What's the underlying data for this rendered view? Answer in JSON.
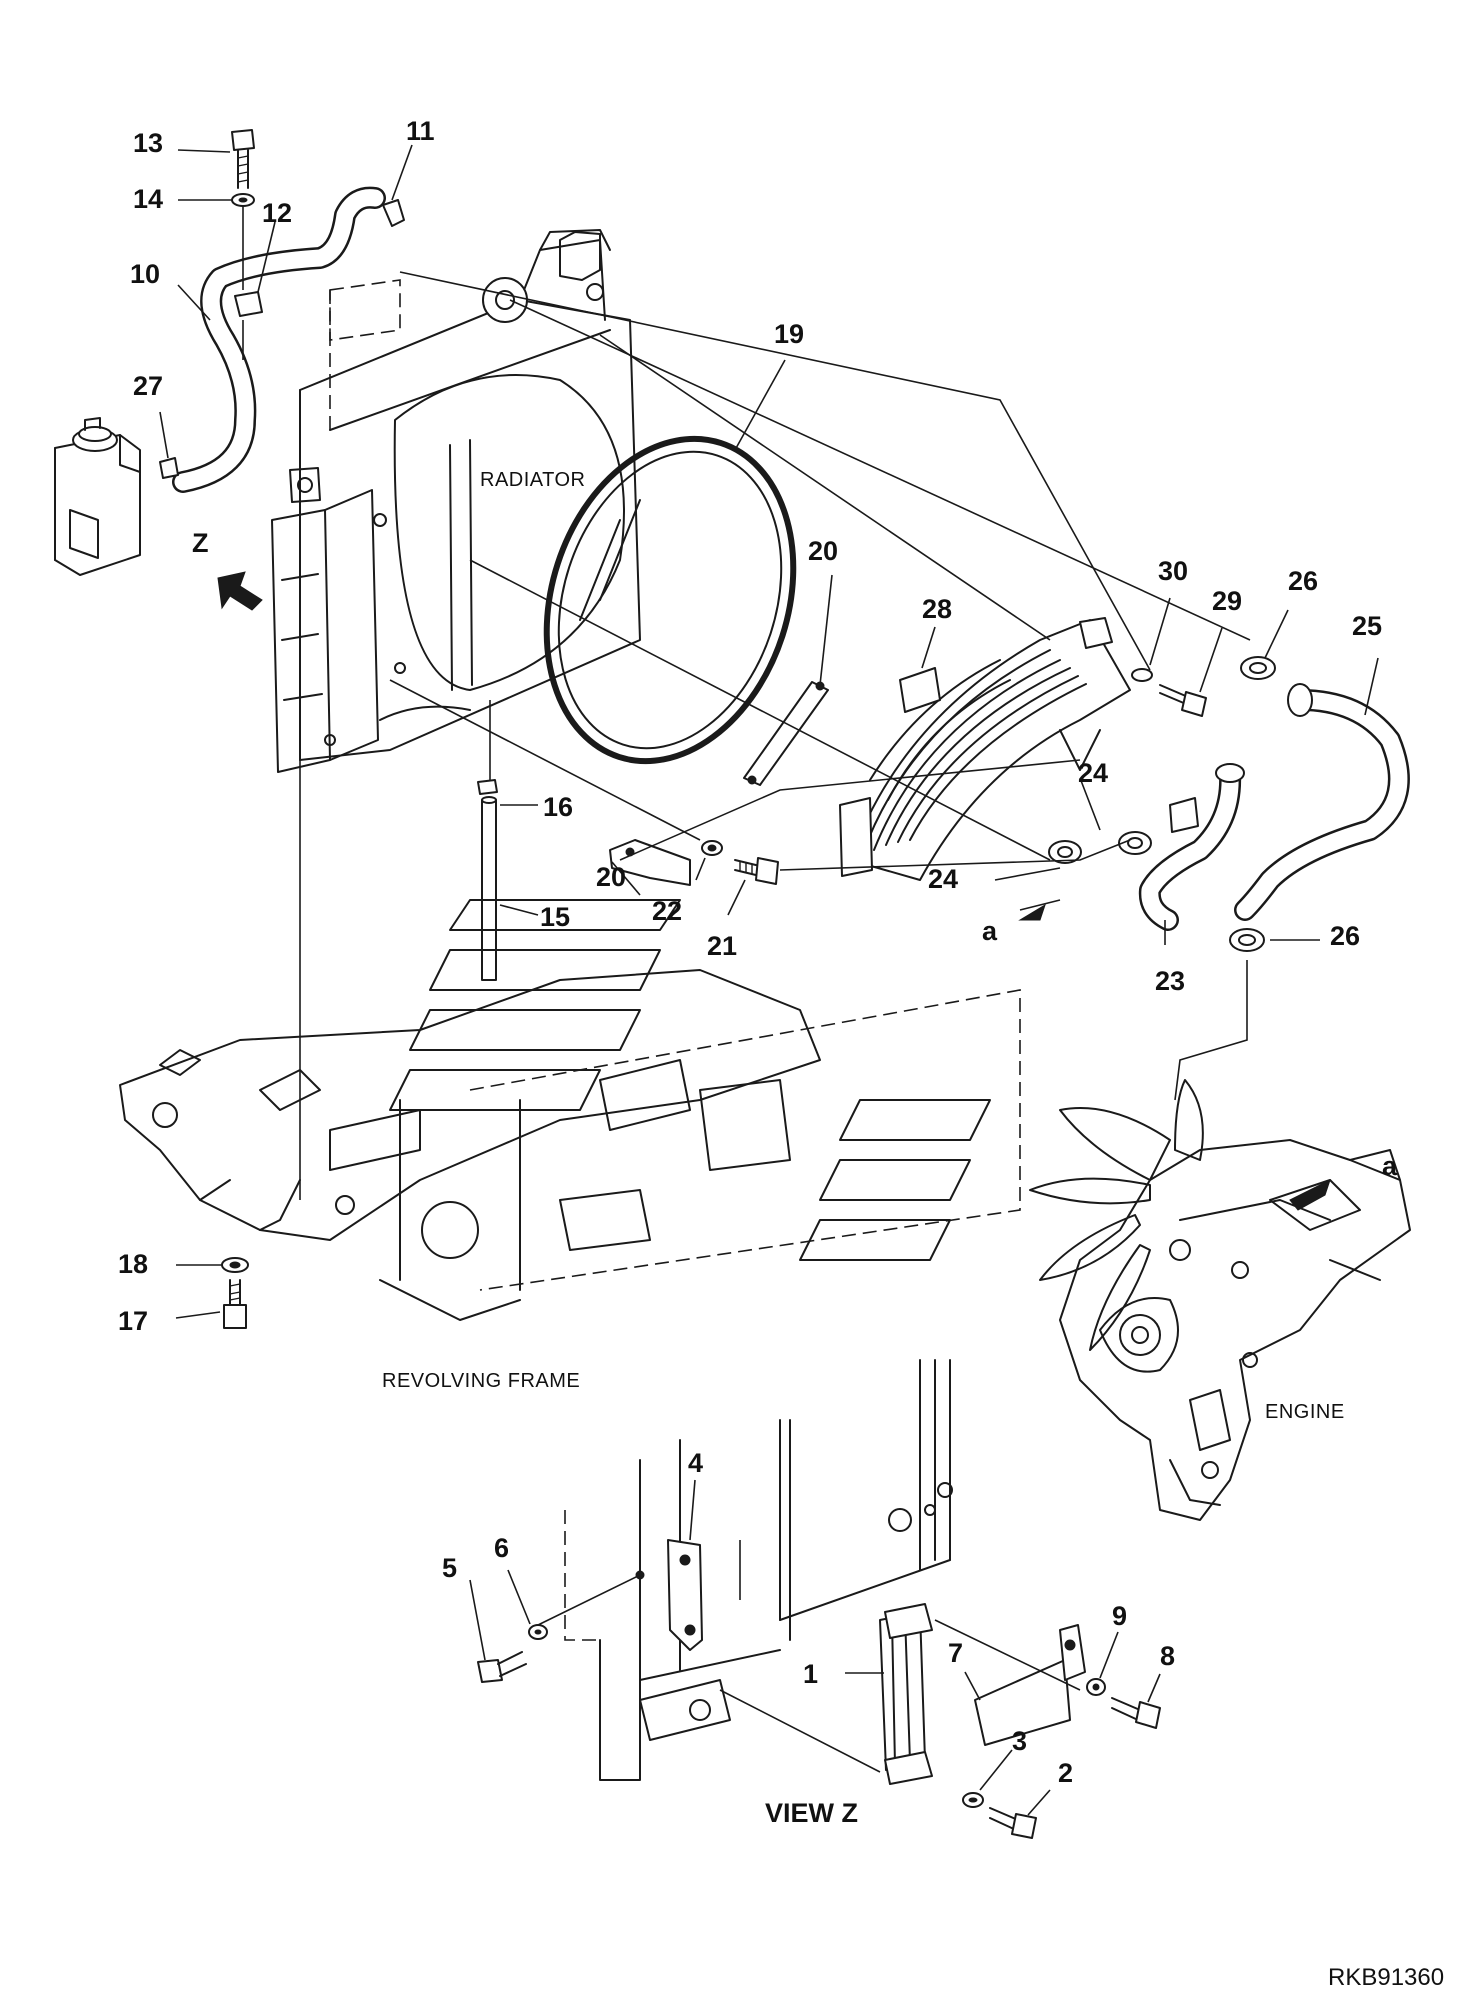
{
  "labels": {
    "radiator": "RADIATOR",
    "revolving_frame": "REVOLVING FRAME",
    "engine": "ENGINE",
    "view_z": "VIEW Z",
    "view_marker": "Z",
    "detail_a": "a",
    "drawing_code": "RKB91360"
  },
  "callouts": [
    {
      "id": "c13",
      "text": "13"
    },
    {
      "id": "c14",
      "text": "14"
    },
    {
      "id": "c12",
      "text": "12"
    },
    {
      "id": "c11",
      "text": "11"
    },
    {
      "id": "c10",
      "text": "10"
    },
    {
      "id": "c27",
      "text": "27"
    },
    {
      "id": "c19",
      "text": "19"
    },
    {
      "id": "c20a",
      "text": "20"
    },
    {
      "id": "c20b",
      "text": "20"
    },
    {
      "id": "c28",
      "text": "28"
    },
    {
      "id": "c30",
      "text": "30"
    },
    {
      "id": "c29",
      "text": "29"
    },
    {
      "id": "c26a",
      "text": "26"
    },
    {
      "id": "c25",
      "text": "25"
    },
    {
      "id": "c24a",
      "text": "24"
    },
    {
      "id": "c24b",
      "text": "24"
    },
    {
      "id": "c16",
      "text": "16"
    },
    {
      "id": "c15",
      "text": "15"
    },
    {
      "id": "c22",
      "text": "22"
    },
    {
      "id": "c21",
      "text": "21"
    },
    {
      "id": "c23",
      "text": "23"
    },
    {
      "id": "c26b",
      "text": "26"
    },
    {
      "id": "c18",
      "text": "18"
    },
    {
      "id": "c17",
      "text": "17"
    },
    {
      "id": "c4",
      "text": "4"
    },
    {
      "id": "c5",
      "text": "5"
    },
    {
      "id": "c6",
      "text": "6"
    },
    {
      "id": "c1",
      "text": "1"
    },
    {
      "id": "c7",
      "text": "7"
    },
    {
      "id": "c9",
      "text": "9"
    },
    {
      "id": "c8",
      "text": "8"
    },
    {
      "id": "c3",
      "text": "3"
    },
    {
      "id": "c2",
      "text": "2"
    }
  ],
  "colors": {
    "line": "#1a1a1a",
    "background": "#ffffff"
  }
}
